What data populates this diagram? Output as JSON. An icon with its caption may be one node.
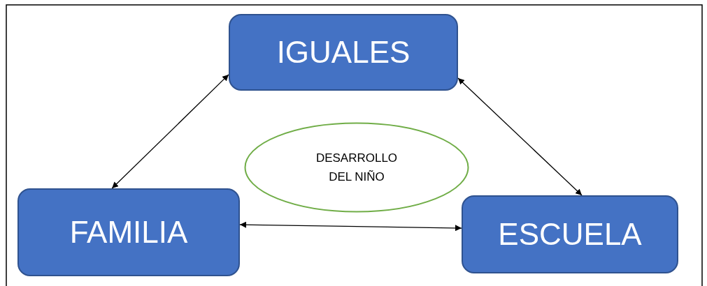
{
  "diagram": {
    "nodes": [
      {
        "text": [
          "IGUALES"
        ]
      },
      {
        "text": [
          "DESARROLLO DEL NIÑO"
        ]
      },
      {
        "text": [
          "FAMILIA"
        ]
      },
      {
        "text": [
          "ESCUELA"
        ]
      }
    ],
    "edges": [
      {
        "from": 0,
        "to": 2,
        "arrow": "both"
      },
      {
        "from": 0,
        "to": 3,
        "arrow": "both"
      },
      {
        "from": 2,
        "to": 3,
        "arrow": "both"
      }
    ]
  }
}
